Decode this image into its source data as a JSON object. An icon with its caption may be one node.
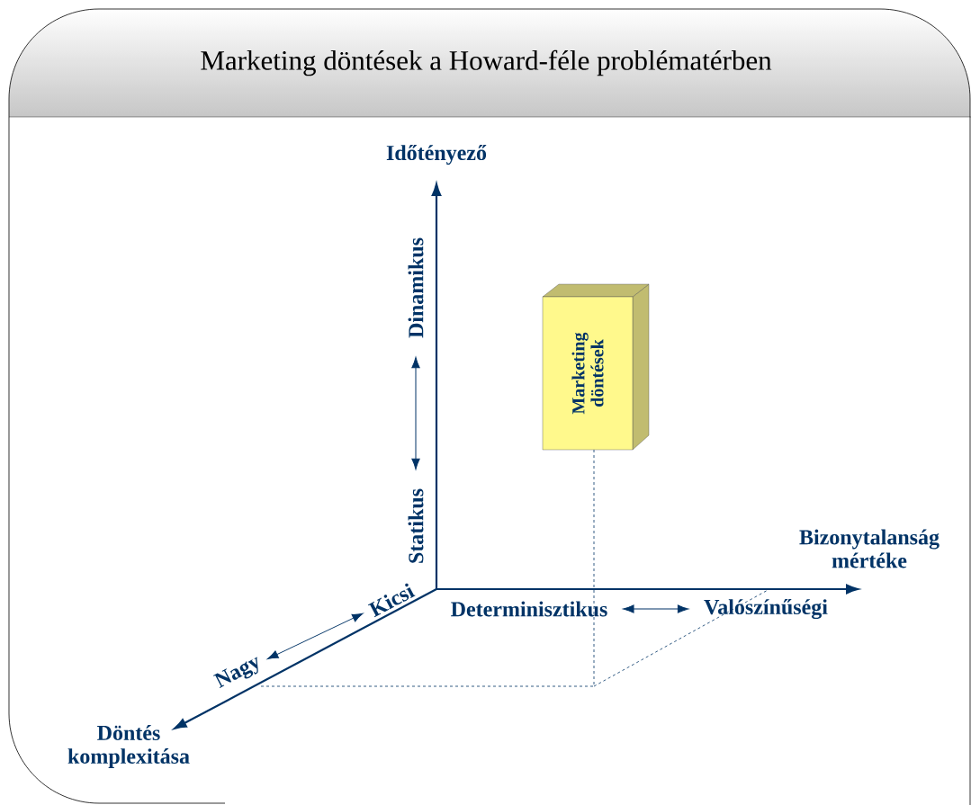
{
  "diagram": {
    "title": "Marketing döntések a Howard-féle problématérben",
    "nodes": [
      {
        "text": [
          "Marketing döntések"
        ]
      },
      {
        "text": [
          "Dinamikus"
        ]
      },
      {
        "text": [
          "Statikus"
        ]
      },
      {
        "text": [
          "Kicsi"
        ]
      },
      {
        "text": [
          "Nagy"
        ]
      },
      {
        "text": [
          "Determinisztikus"
        ]
      },
      {
        "text": [
          "Valószínűségi"
        ]
      }
    ],
    "edges": [
      {
        "from": 1,
        "to": 2,
        "arrow": "both"
      },
      {
        "from": 3,
        "to": 4,
        "arrow": "both"
      },
      {
        "from": 5,
        "to": 6,
        "arrow": "both"
      }
    ],
    "labels": [
      "Időtényező",
      "Bizonytalanság mértéke",
      "Döntés komplexitása"
    ]
  }
}
